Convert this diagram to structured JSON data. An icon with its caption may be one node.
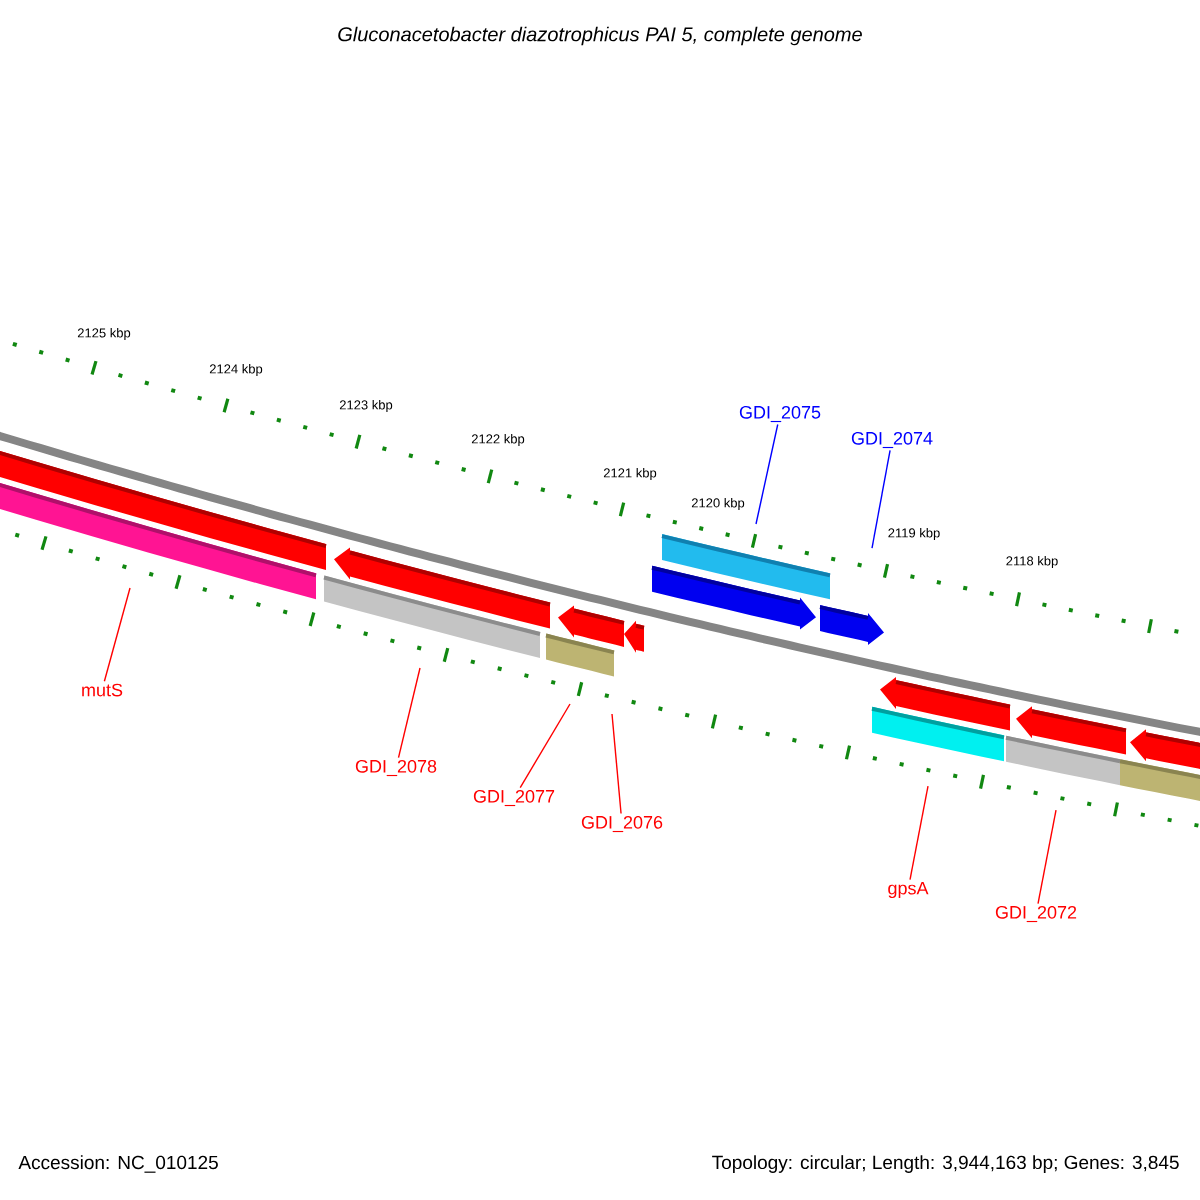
{
  "diagram": {
    "title": "Gluconacetobacter diazotrophicus PAI 5, complete genome",
    "nodes": [
      {
        "text": [
          "GDI_2075"
        ]
      },
      {
        "text": [
          "GDI_2074"
        ]
      },
      {
        "text": [
          "mutS"
        ]
      },
      {
        "text": [
          "GDI_2078"
        ]
      },
      {
        "text": [
          "GDI_2077"
        ]
      },
      {
        "text": [
          "GDI_2076"
        ]
      },
      {
        "text": [
          "gpsA"
        ]
      },
      {
        "text": [
          "GDI_2072"
        ]
      }
    ],
    "edges": [
      {
        "from": 0,
        "to": null,
        "arrow": "none",
        "color": "#0000ff"
      },
      {
        "from": 1,
        "to": null,
        "arrow": "none",
        "color": "#0000ff"
      },
      {
        "from": 2,
        "to": null,
        "arrow": "none"
      },
      {
        "from": 3,
        "to": null,
        "arrow": "none"
      },
      {
        "from": 4,
        "to": null,
        "arrow": "none"
      },
      {
        "from": 5,
        "to": null,
        "arrow": "none"
      },
      {
        "from": 6,
        "to": null,
        "arrow": "none"
      },
      {
        "from": 7,
        "to": null,
        "arrow": "none"
      }
    ],
    "labels": [
      "2125 kbp",
      "2124 kbp",
      "2123 kbp",
      "2122 kbp",
      "2121 kbp",
      "2120 kbp",
      "2119 kbp",
      "2118 kbp",
      "Accession: NC_010125",
      "Topology: circular; Length: 3,944,163 bp; Genes: 3,845"
    ]
  }
}
